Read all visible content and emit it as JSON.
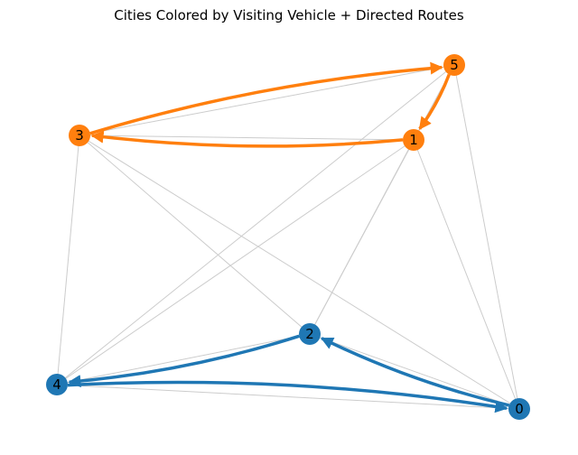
{
  "title": "Cities Colored by Visiting Vehicle + Directed Routes",
  "colors": {
    "vehicle_1": "#1f77b4",
    "vehicle_2": "#ff7f0e",
    "edge": "#cccccc"
  },
  "nodes": [
    {
      "id": "0",
      "label": "0",
      "vehicle": "vehicle_1"
    },
    {
      "id": "1",
      "label": "1",
      "vehicle": "vehicle_2"
    },
    {
      "id": "2",
      "label": "2",
      "vehicle": "vehicle_1"
    },
    {
      "id": "3",
      "label": "3",
      "vehicle": "vehicle_2"
    },
    {
      "id": "4",
      "label": "4",
      "vehicle": "vehicle_1"
    },
    {
      "id": "5",
      "label": "5",
      "vehicle": "vehicle_2"
    }
  ],
  "edges": [
    [
      "0",
      "1"
    ],
    [
      "0",
      "2"
    ],
    [
      "0",
      "3"
    ],
    [
      "0",
      "4"
    ],
    [
      "0",
      "5"
    ],
    [
      "1",
      "2"
    ],
    [
      "1",
      "3"
    ],
    [
      "1",
      "4"
    ],
    [
      "1",
      "5"
    ],
    [
      "2",
      "3"
    ],
    [
      "2",
      "4"
    ],
    [
      "2",
      "5"
    ],
    [
      "3",
      "4"
    ],
    [
      "3",
      "5"
    ],
    [
      "4",
      "5"
    ]
  ],
  "routes": [
    {
      "vehicle": "vehicle_1",
      "path": [
        "0",
        "2",
        "4",
        "0"
      ]
    },
    {
      "vehicle": "vehicle_2",
      "path": [
        "1",
        "3",
        "5",
        "1"
      ]
    }
  ]
}
